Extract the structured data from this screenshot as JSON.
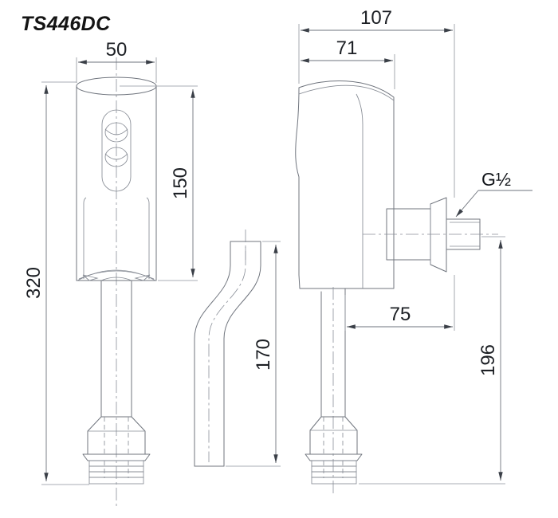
{
  "title": {
    "model_code": "TS446DC"
  },
  "drawing": {
    "type": "technical-dimension-drawing",
    "product": "sensor faucet",
    "units": "mm",
    "line_color": "#70757e",
    "text_color": "#1c1f24",
    "background": "#ffffff",
    "views": [
      {
        "name": "front-view",
        "label": ""
      },
      {
        "name": "spout-detail-view",
        "label": ""
      },
      {
        "name": "side-view",
        "label": ""
      }
    ]
  },
  "dimensions": {
    "width_top": "50",
    "body_height": "150",
    "total_height": "320",
    "depth_total": "107",
    "depth_body": "71",
    "spout_drop": "170",
    "spout_offset": "75",
    "spout_height": "196"
  },
  "annotations": {
    "inlet_thread": "G½"
  }
}
